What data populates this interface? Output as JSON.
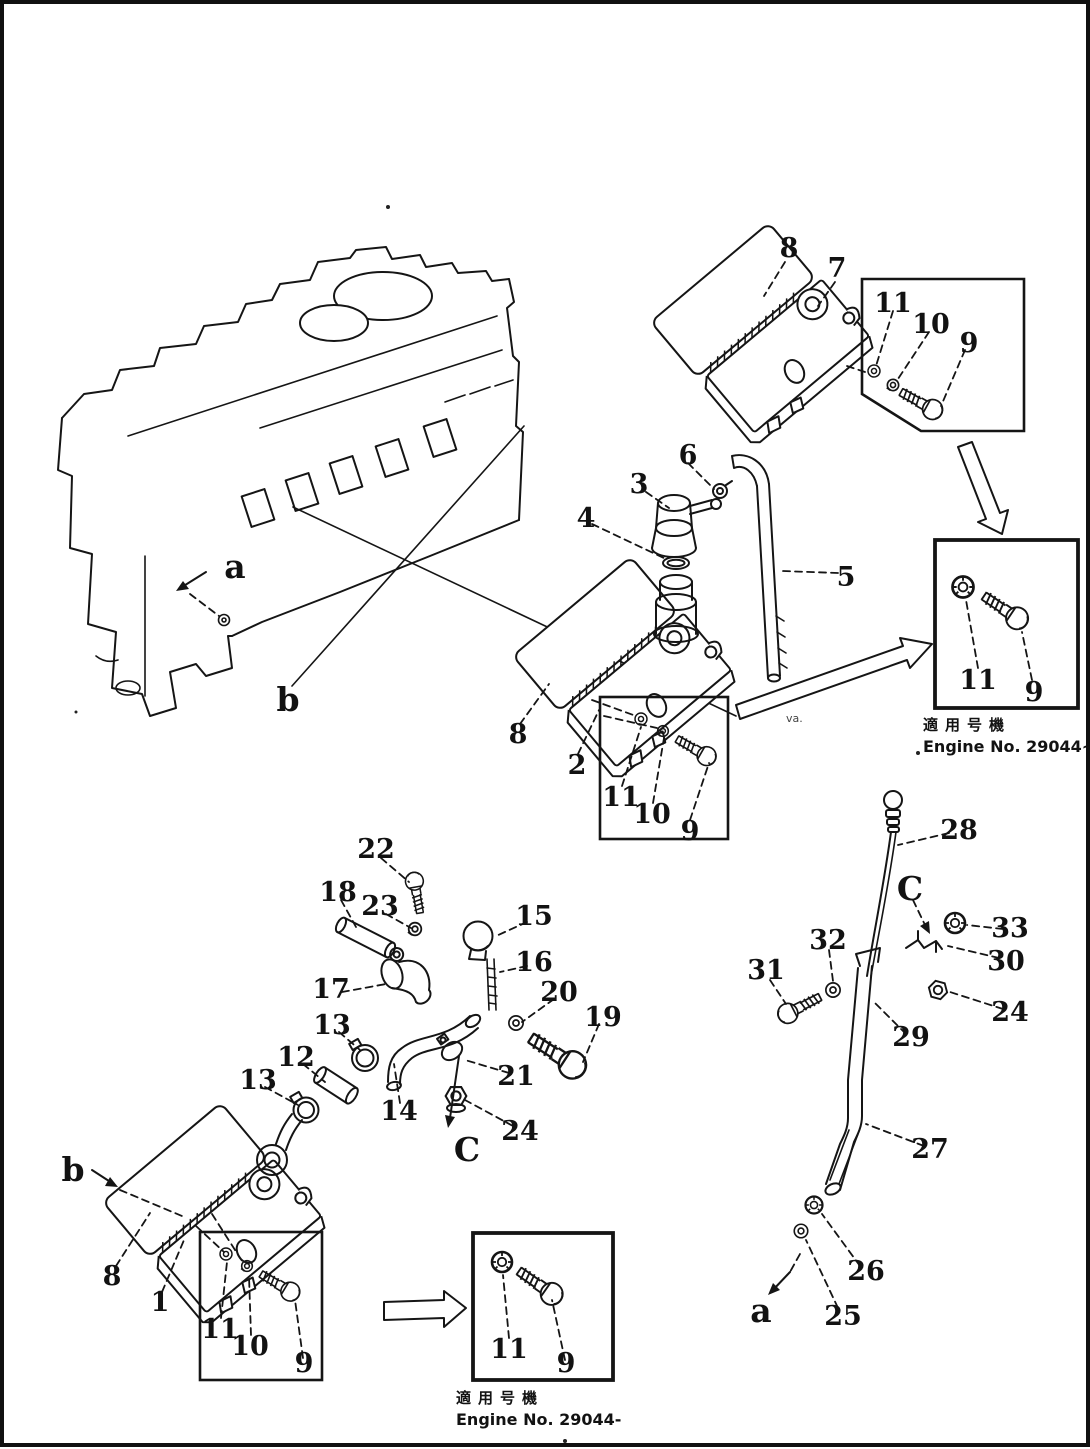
{
  "colors": {
    "ink": "#151515",
    "paper": "#ffffff"
  },
  "captions": {
    "box_right": {
      "jp": "適用号機",
      "en": "Engine No. 29044~"
    },
    "box_bottom": {
      "jp": "適用号機",
      "en": "Engine No. 29044-"
    }
  },
  "noise": {
    "tube_mark": "va."
  },
  "labels": {
    "top_gasket_8": "8",
    "top_cover_7": "7",
    "boxA_11": "11",
    "boxA_10": "10",
    "boxA_9": "9",
    "clamp_6": "6",
    "valve_3": "3",
    "oring_4": "4",
    "tube_5": "5",
    "view_a_engine": "a",
    "view_b_engine": "b",
    "mid_gasket_8": "8",
    "mid_cover_2": "2",
    "boxC_11": "11",
    "boxC_10": "10",
    "boxC_9": "9",
    "boxB_11": "11",
    "boxB_9": "9",
    "bolt_22": "22",
    "tube_18": "18",
    "washer_23": "23",
    "cap_15": "15",
    "gauge_16": "16",
    "elbow_17": "17",
    "washer_20": "20",
    "bolt_19": "19",
    "clamp_13a": "13",
    "hose_12": "12",
    "clamp_13b": "13",
    "clip_21": "21",
    "tube_14": "14",
    "nut_24a": "24",
    "view_c_cluster": "C",
    "dipstick_28": "28",
    "view_c_right": "C",
    "nut_33": "33",
    "washer_32": "32",
    "bracket_30": "30",
    "bolt_31": "31",
    "nut_24b": "24",
    "guide_29": "29",
    "tube_27": "27",
    "washer_26": "26",
    "washer_25": "25",
    "view_a_right": "a",
    "view_b_bottom": "b",
    "bot_gasket_8": "8",
    "bot_cover_1": "1",
    "boxD_11": "11",
    "boxD_10": "10",
    "boxD_9": "9",
    "boxE_11": "11",
    "boxE_9": "9"
  }
}
